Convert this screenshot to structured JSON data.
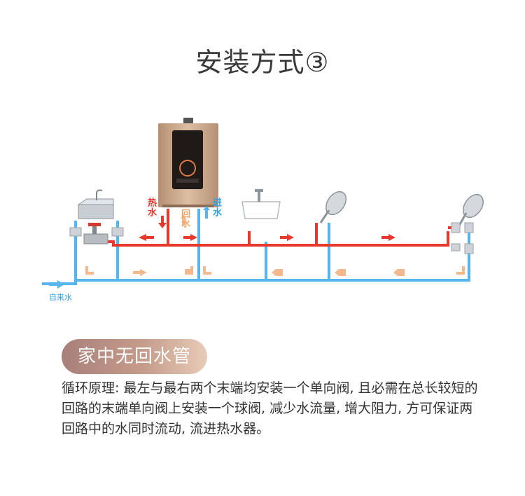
{
  "title": "安装方式③",
  "labels": {
    "hot_water": "热水",
    "return_water": "回水",
    "inlet_water": "进水",
    "tap_water": "自来水"
  },
  "badge": "家中无回水管",
  "description": "循环原理: 最左与最右两个末端均安装一个单向阀, 且必需在总长较短的回路的末端单向阀上安装一个球阀, 减少水流量, 增大阻力, 方可保证两回路中的水同时流动, 流进热水器。",
  "colors": {
    "hot_pipe": "#e8392f",
    "cold_pipe": "#57b4ec",
    "flow_arrow": "#f3b98e",
    "heater_body": "#c9a586",
    "badge_gradient_start": "#a9807a",
    "badge_gradient_end": "#e7cbb8"
  },
  "icons": [
    "water-heater-icon",
    "sink-icon",
    "basin-icon",
    "shower-head-icon",
    "shower-head-icon",
    "valve-icon"
  ]
}
